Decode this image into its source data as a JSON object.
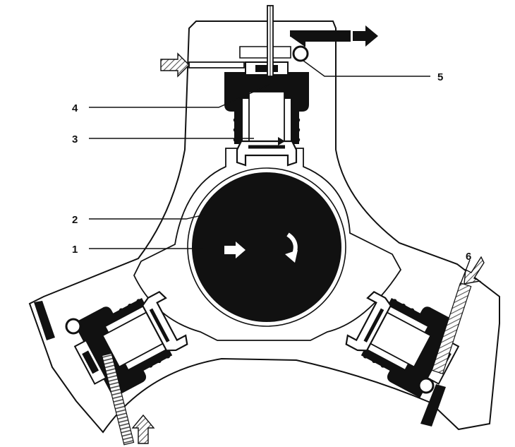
{
  "colors": {
    "ink": "#111111",
    "paper": "#ffffff",
    "hatch": "#6e6e6e"
  },
  "callouts": [
    {
      "id": "1",
      "text": "1"
    },
    {
      "id": "2",
      "text": "2"
    },
    {
      "id": "3",
      "text": "3"
    },
    {
      "id": "4",
      "text": "4"
    },
    {
      "id": "5",
      "text": "5"
    },
    {
      "id": "6",
      "text": "6"
    }
  ]
}
